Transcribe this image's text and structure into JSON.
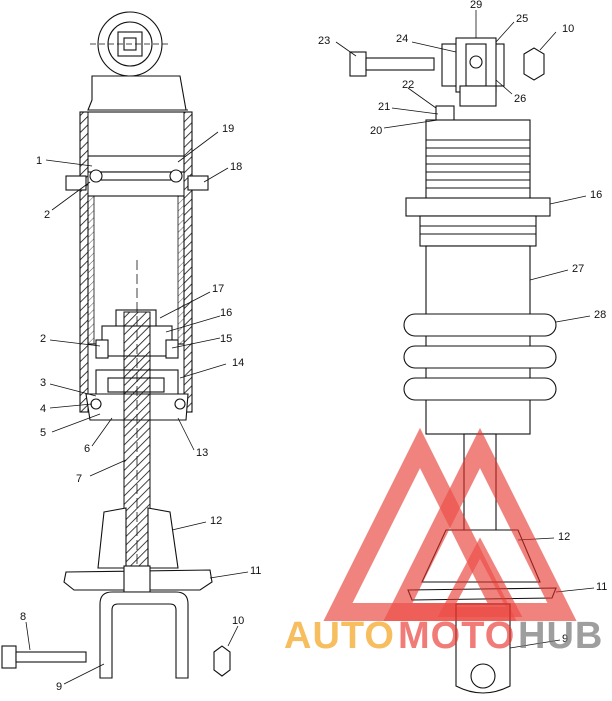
{
  "callouts": {
    "c1": "1",
    "c2a": "2",
    "c2b": "2",
    "c3": "3",
    "c4": "4",
    "c5": "5",
    "c6": "6",
    "c7": "7",
    "c8": "8",
    "c9a": "9",
    "c10a": "10",
    "c11a": "11",
    "c12a": "12",
    "c13": "13",
    "c14": "14",
    "c15": "15",
    "c16a": "16",
    "c17": "17",
    "c18": "18",
    "c19": "19",
    "c20": "20",
    "c21": "21",
    "c22": "22",
    "c23": "23",
    "c24": "24",
    "c25": "25",
    "c26a": "26",
    "c29": "29",
    "c10b": "10",
    "c16b": "16",
    "c27": "27",
    "c28": "28",
    "c12b": "12",
    "c11b": "11",
    "c9b": "9"
  },
  "watermark": {
    "part1": "AUTO",
    "part2": "MOTO",
    "part3": "HUB",
    "color_red": "#e8302a",
    "color_orange": "#f5a623",
    "color_gray": "#7a7a7a"
  }
}
